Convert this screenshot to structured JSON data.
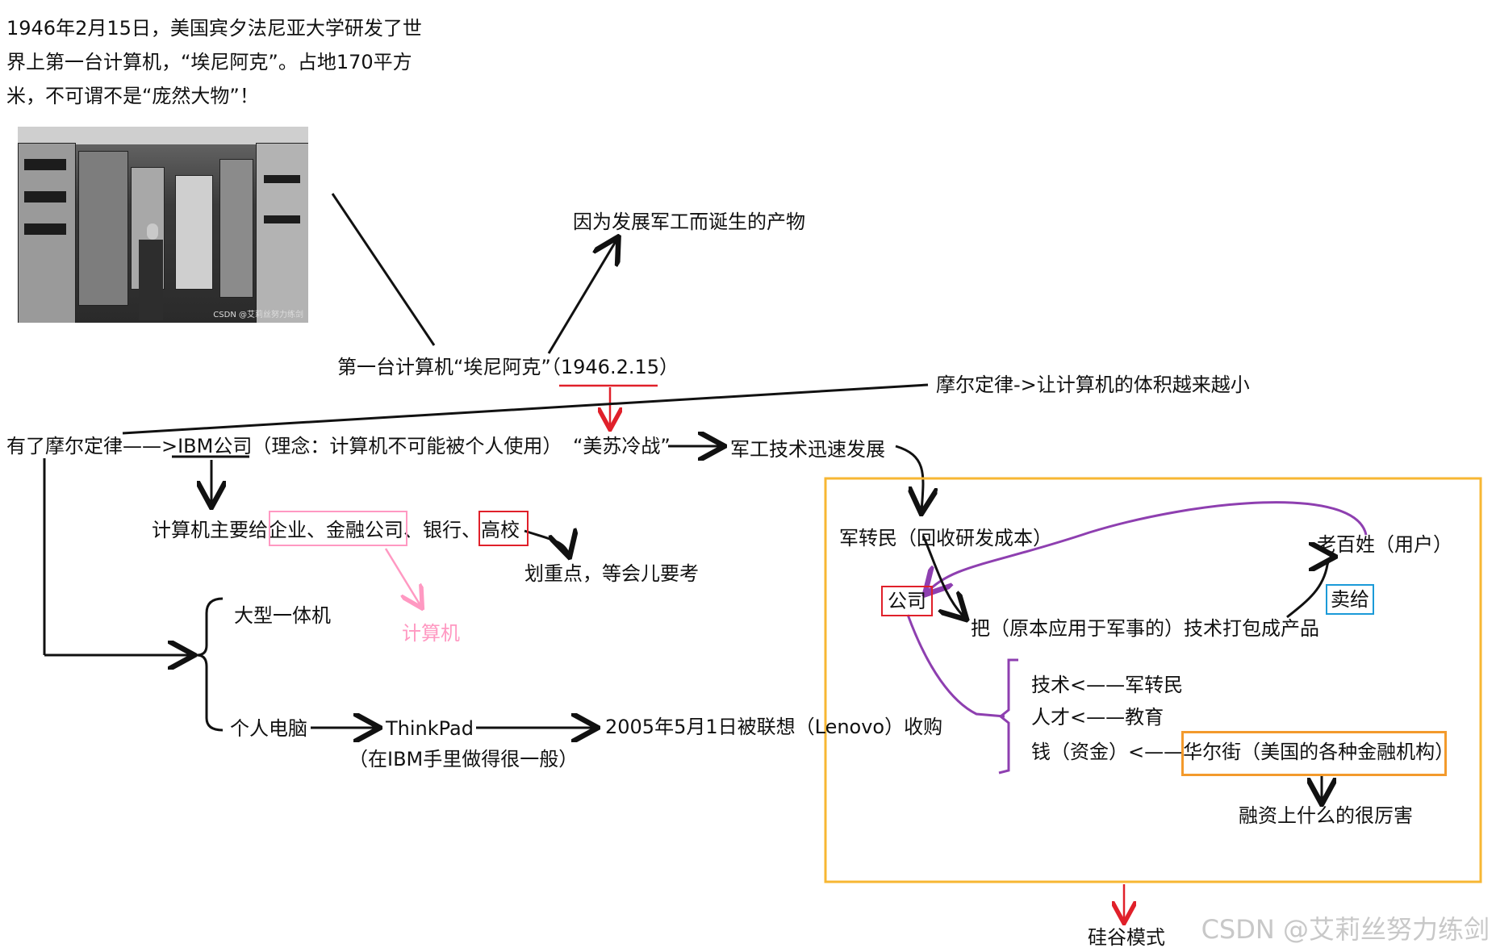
{
  "intro_text": "1946年2月15日，美国宾夕法尼亚大学研发了世界上第一台计算机，“埃尼阿克”。占地170平方米，不可谓不是“庞然大物”！",
  "nodes": {
    "military_origin": "因为发展军工而诞生的产物",
    "eniac": "第一台计算机“埃尼阿克”（1946.2.15）",
    "moore_law": "摩尔定律->让计算机的体积越来越小",
    "with_moore": "有了摩尔定律——>IBM公司（理念：计算机不可能被个人使用）",
    "cold_war": "“美苏冷战”",
    "military_tech": "军工技术迅速发展",
    "main_users": "计算机主要给企业、金融公司、银行、高校",
    "exam_note": "划重点，等会儿要考",
    "computer_pink": "计算机",
    "mainframe": "大型一体机",
    "pc": "个人电脑",
    "thinkpad": "ThinkPad",
    "thinkpad_note": "（在IBM手里做得很一般）",
    "lenovo": "2005年5月1日被联想（Lenovo）收购",
    "mil_to_civil": "军转民（回收研发成本）",
    "company": "公司",
    "people": "老百姓（用户）",
    "sell": "卖给",
    "package": "把（原本应用于军事的）技术打包成产品",
    "tech": "技术<——军转民",
    "talent": "人才<——教育",
    "money": "钱（资金）<——华尔街（美国的各种金融机构）",
    "financing": "融资上什么的很厉害",
    "silicon_valley": "硅谷模式"
  },
  "photo_watermark": "CSDN @艾莉丝努力练剑",
  "watermark": "CSDN @艾莉丝努力练剑",
  "colors": {
    "black": "#111111",
    "red": "#e0202a",
    "purple": "#8e3fb0",
    "pink": "#ff99c2",
    "orange": "#f39a2c",
    "yellow": "#f7b733",
    "blue": "#1b9ad8"
  }
}
